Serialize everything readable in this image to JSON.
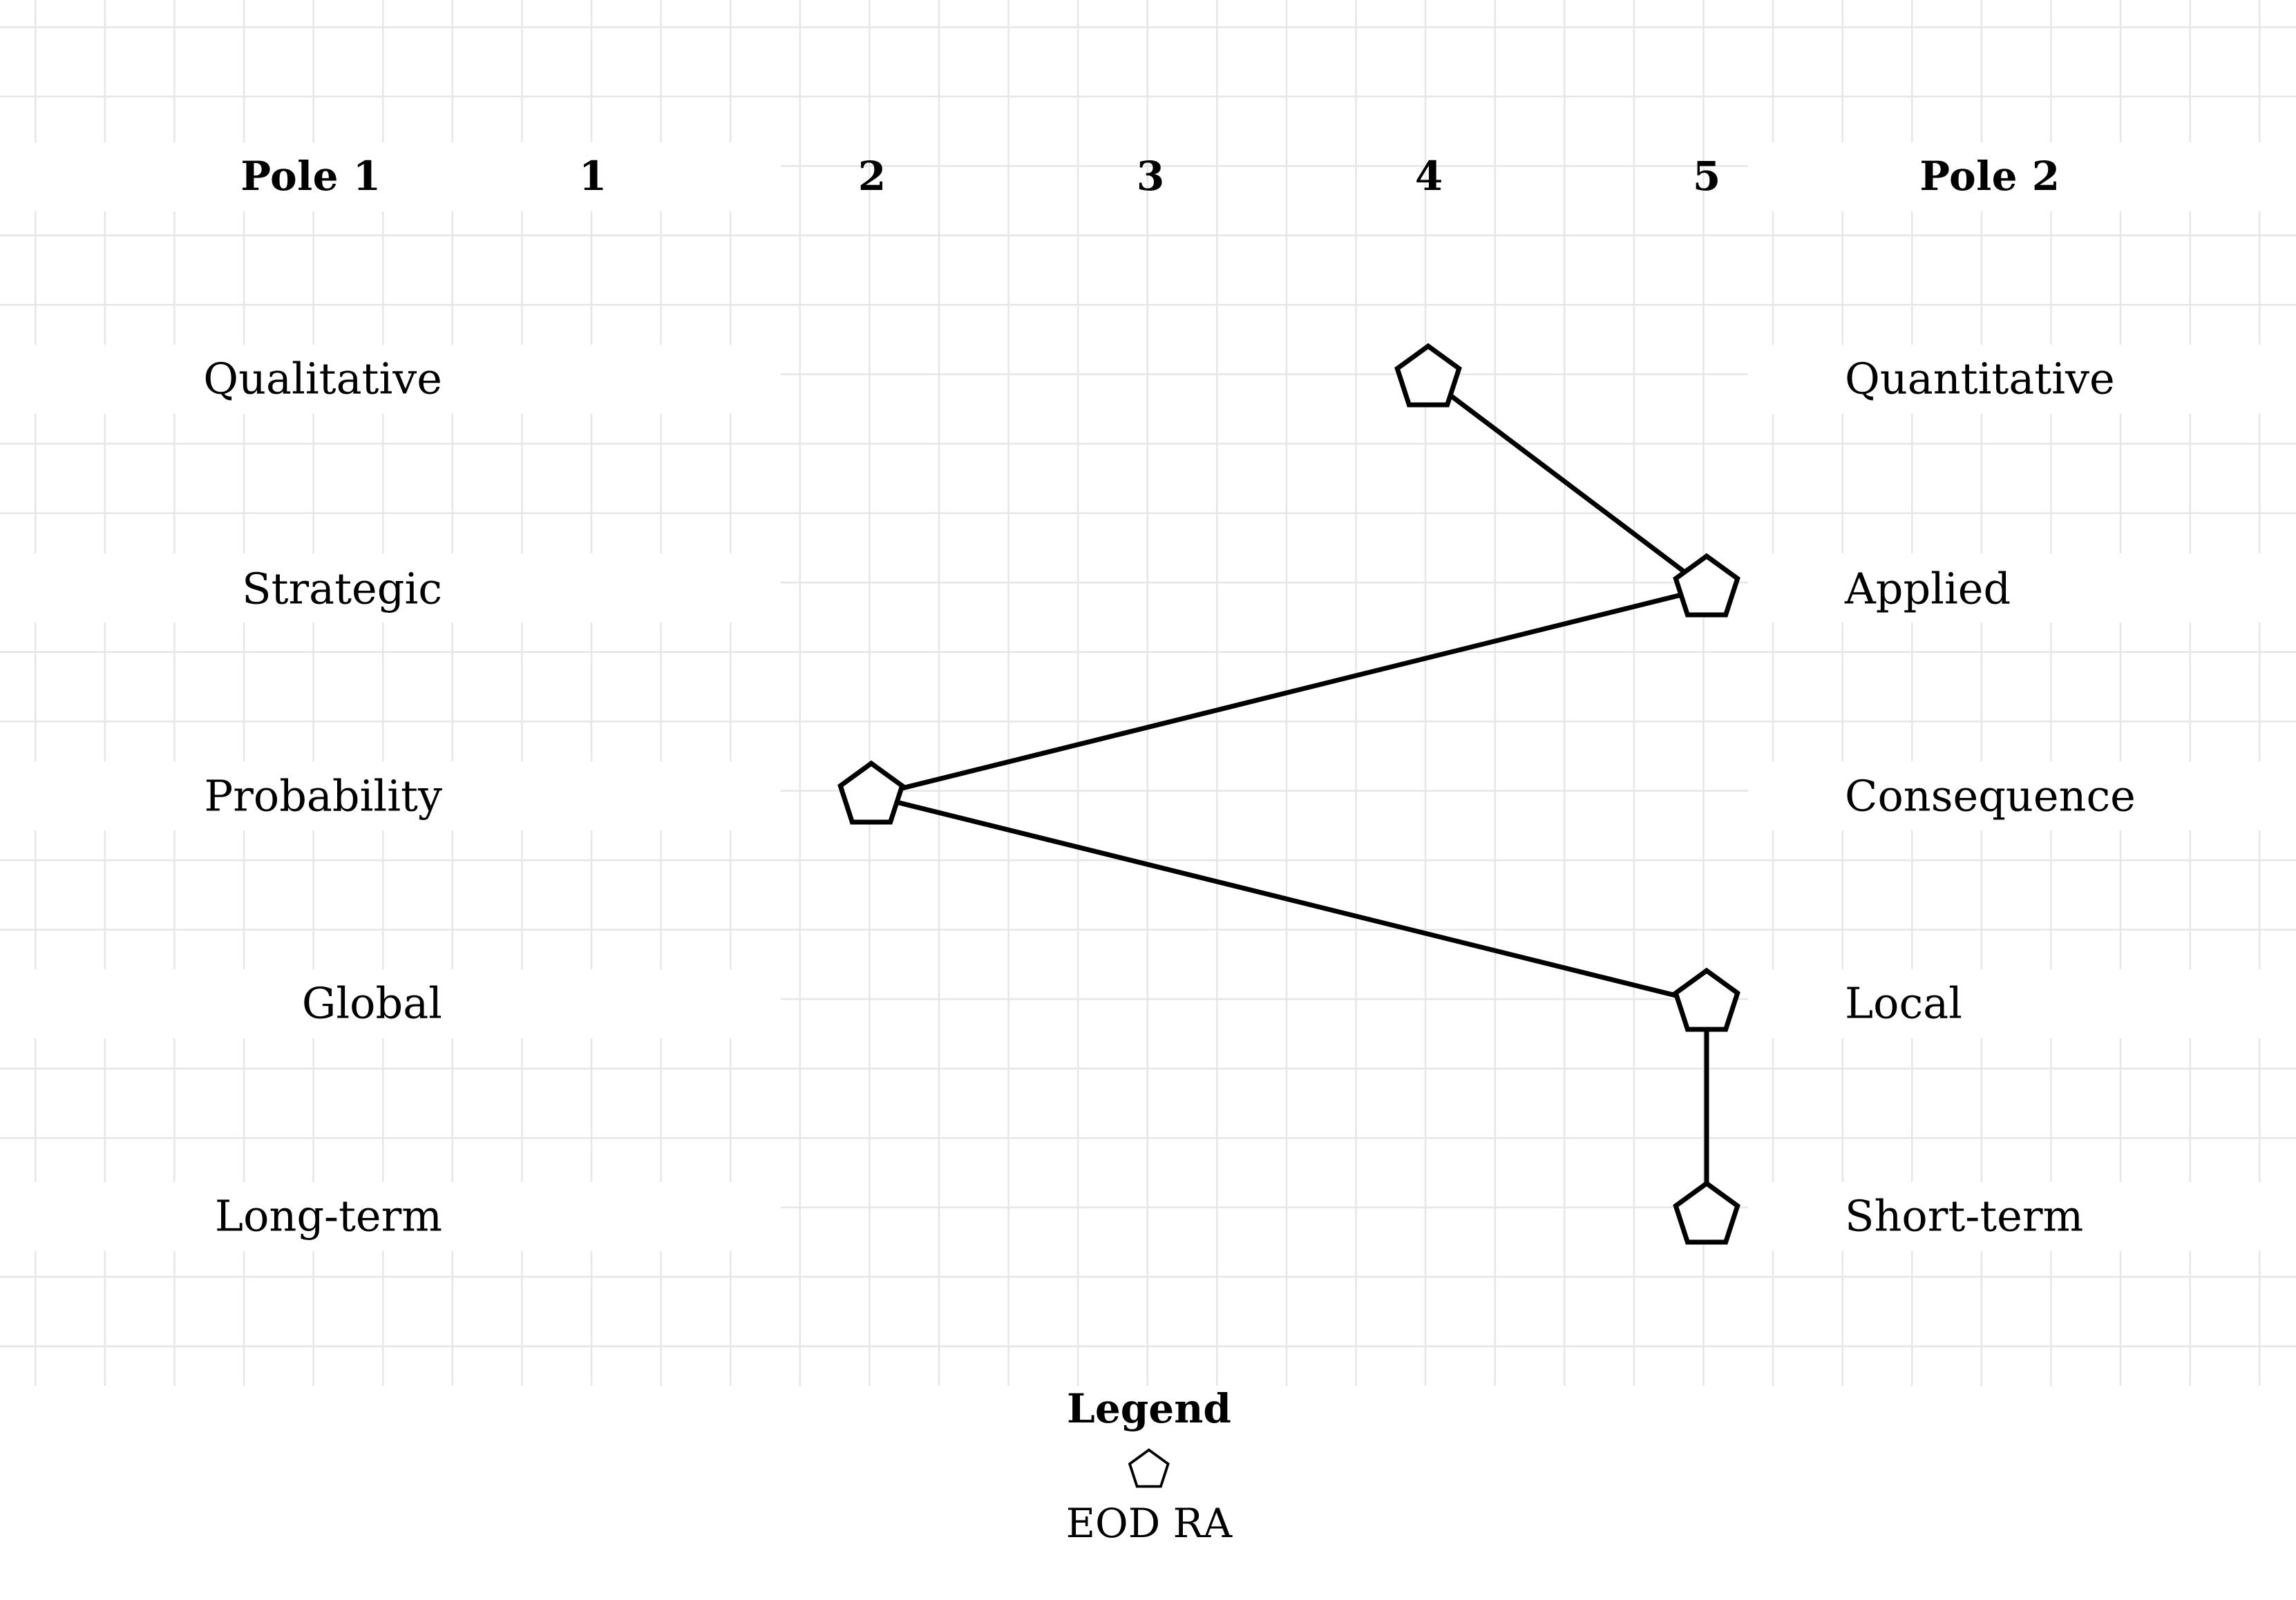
{
  "header": {
    "pole1_label": "Pole 1",
    "pole2_label": "Pole 2",
    "scale_ticks": [
      "1",
      "2",
      "3",
      "4",
      "5"
    ]
  },
  "legend": {
    "title": "Legend",
    "series_label": "EOD RA",
    "marker_shape": "pentagon"
  },
  "colors": {
    "grid": "#e6e6e6",
    "line": "#000000",
    "marker_fill": "#ffffff",
    "marker_stroke": "#000000",
    "text": "#000000",
    "background": "#ffffff"
  },
  "chart_data": {
    "type": "line",
    "orientation": "horizontal-semantic-differential",
    "title": "",
    "xlabel": "",
    "ylabel": "",
    "xlim": [
      1,
      5
    ],
    "grid": true,
    "legend_position": "bottom-center",
    "left_pole_header": "Pole 1",
    "right_pole_header": "Pole 2",
    "tick_labels": [
      "1",
      "2",
      "3",
      "4",
      "5"
    ],
    "categories": [
      "Qualitative / Quantitative",
      "Strategic / Applied",
      "Probability / Consequence",
      "Global / Local",
      "Long-term / Short-term"
    ],
    "left_poles": [
      "Qualitative",
      "Strategic",
      "Probability",
      "Global",
      "Long-term"
    ],
    "right_poles": [
      "Quantitative",
      "Applied",
      "Consequence",
      "Local",
      "Short-term"
    ],
    "series": [
      {
        "name": "EOD RA",
        "marker": "pentagon",
        "values": [
          4,
          5,
          2,
          5,
          5
        ]
      }
    ]
  },
  "rows": [
    {
      "left": "Qualitative",
      "right": "Quantitative",
      "value": 4
    },
    {
      "left": "Strategic",
      "right": "Applied",
      "value": 5
    },
    {
      "left": "Probability",
      "right": "Consequence",
      "value": 2
    },
    {
      "left": "Global",
      "right": "Local",
      "value": 5
    },
    {
      "left": "Long-term",
      "right": "Short-term",
      "value": 5
    }
  ]
}
